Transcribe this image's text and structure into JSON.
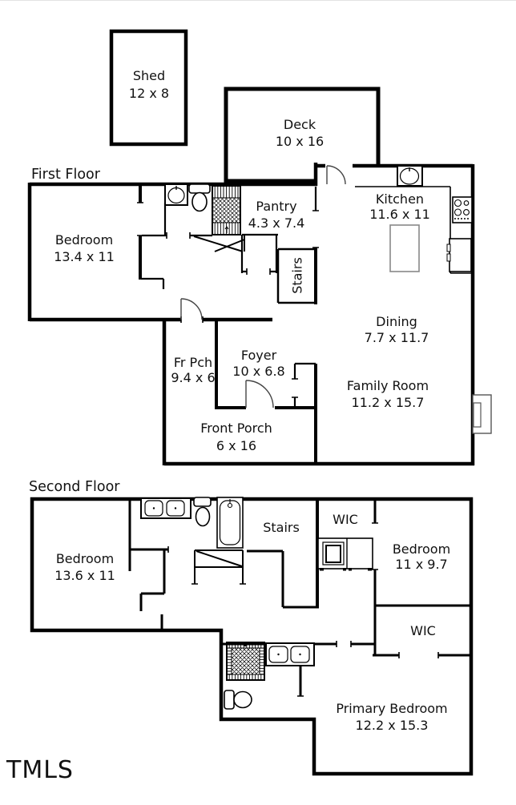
{
  "watermark": "TMLS",
  "colors": {
    "wall": "#000000",
    "text": "#111111",
    "watermark_top": "#969696",
    "watermark_bottom": "#f0f0f0"
  },
  "floors": {
    "first": {
      "label": "First Floor"
    },
    "second": {
      "label": "Second Floor"
    }
  },
  "rooms": {
    "shed": {
      "name": "Shed",
      "dims": "12 x 8"
    },
    "deck": {
      "name": "Deck",
      "dims": "10 x 16"
    },
    "bedroom1": {
      "name": "Bedroom",
      "dims": "13.4 x 11"
    },
    "pantry": {
      "name": "Pantry",
      "dims": "4.3 x 7.4"
    },
    "kitchen": {
      "name": "Kitchen",
      "dims": "11.6 x 11"
    },
    "stairs1": {
      "name": "Stairs"
    },
    "dining": {
      "name": "Dining",
      "dims": "7.7 x 11.7"
    },
    "family_room": {
      "name": "Family Room",
      "dims": "11.2 x 15.7"
    },
    "fr_pch": {
      "name": "Fr Pch",
      "dims": "9.4 x 6"
    },
    "foyer": {
      "name": "Foyer",
      "dims": "10 x 6.8"
    },
    "front_porch": {
      "name": "Front Porch",
      "dims": "6 x 16"
    },
    "bedroom2": {
      "name": "Bedroom",
      "dims": "13.6 x 11"
    },
    "stairs2": {
      "name": "Stairs"
    },
    "wic1": {
      "name": "WIC"
    },
    "bedroom3": {
      "name": "Bedroom",
      "dims": "11 x 9.7"
    },
    "wic2": {
      "name": "WIC"
    },
    "primary": {
      "name": "Primary Bedroom",
      "dims": "12.2 x 15.3"
    }
  },
  "icons": {
    "sink": "sink-icon",
    "toilet": "toilet-icon",
    "bathtub": "bathtub-icon",
    "shower": "shower-icon",
    "stove": "stove-icon",
    "refrigerator": "refrigerator-icon",
    "island": "kitchen-island",
    "washer": "washer-dryer-icon",
    "fireplace": "fireplace-icon",
    "stairs_hatch": "stairs-hatch-icon",
    "door": "door-arc-icon"
  }
}
